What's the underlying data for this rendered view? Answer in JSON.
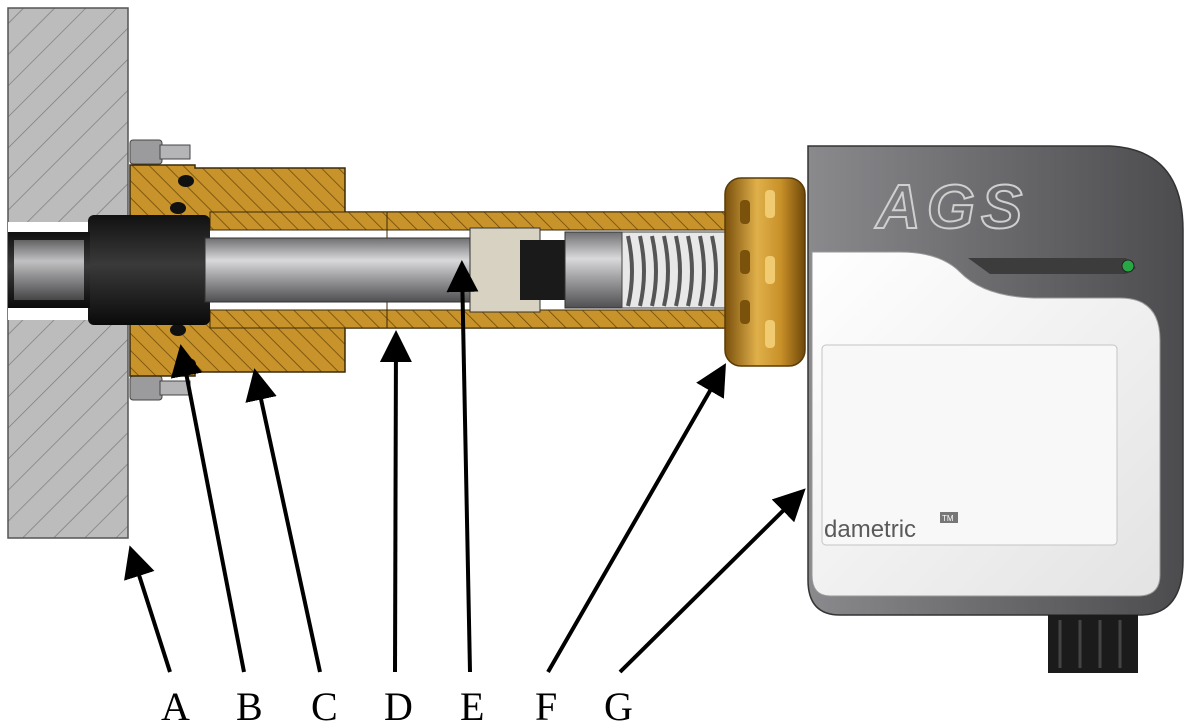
{
  "device": {
    "model_label": "AGS",
    "brand_label": "dametric",
    "trademark_label": "TM"
  },
  "callouts": [
    {
      "id": "A",
      "label": "A"
    },
    {
      "id": "B",
      "label": "B"
    },
    {
      "id": "C",
      "label": "C"
    },
    {
      "id": "D",
      "label": "D"
    },
    {
      "id": "E",
      "label": "E"
    },
    {
      "id": "F",
      "label": "F"
    },
    {
      "id": "G",
      "label": "G"
    }
  ],
  "colors": {
    "brass": "#c8932a",
    "brass_dark": "#8a5f12",
    "wall_hatch": "#b4b4b4",
    "housing_gray": "#6d6d70",
    "housing_white": "#f4f4f4",
    "shaft_gray": "#a9a9ab"
  }
}
